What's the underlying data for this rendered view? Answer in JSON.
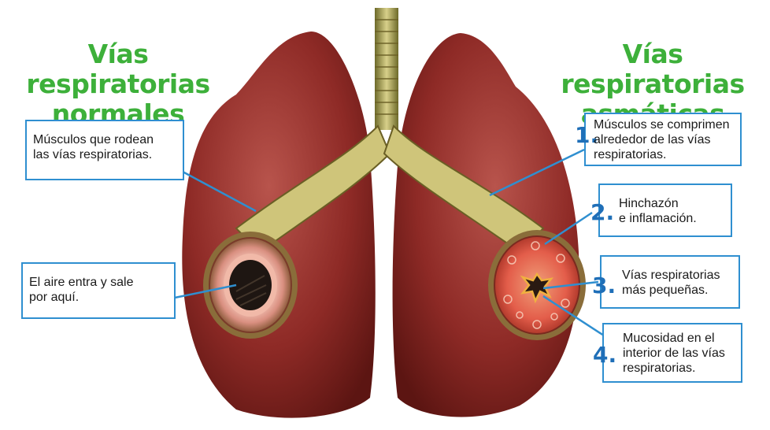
{
  "titles": {
    "left_line1": "Vías respiratorias",
    "left_line2": "normales",
    "right_line1": "Vías respiratorias",
    "right_line2": "asmáticas"
  },
  "labels": {
    "left_top_line1": "Músculos que rodean",
    "left_top_line2": "las vías respiratorias.",
    "left_bottom_line1": "El aire entra y sale",
    "left_bottom_line2": "por aquí.",
    "r1_num": "1.",
    "r1_line1": "Músculos se comprimen",
    "r1_line2": "alrededor de las vías",
    "r1_line3": "respiratorias.",
    "r2_num": "2.",
    "r2_line1": "Hinchazón",
    "r2_line2": "e inflamación.",
    "r3_num": "3.",
    "r3_line1": "Vías respiratorias",
    "r3_line2": "más pequeñas.",
    "r4_num": "4.",
    "r4_line1": "Mucosidad en el",
    "r4_line2": "interior de las vías",
    "r4_line3": "respiratorias."
  },
  "colors": {
    "title_green": "#3db03a",
    "callout_blue": "#2f8fd0",
    "number_blue": "#1f6fb8",
    "lung_red": "#8e2a26"
  }
}
